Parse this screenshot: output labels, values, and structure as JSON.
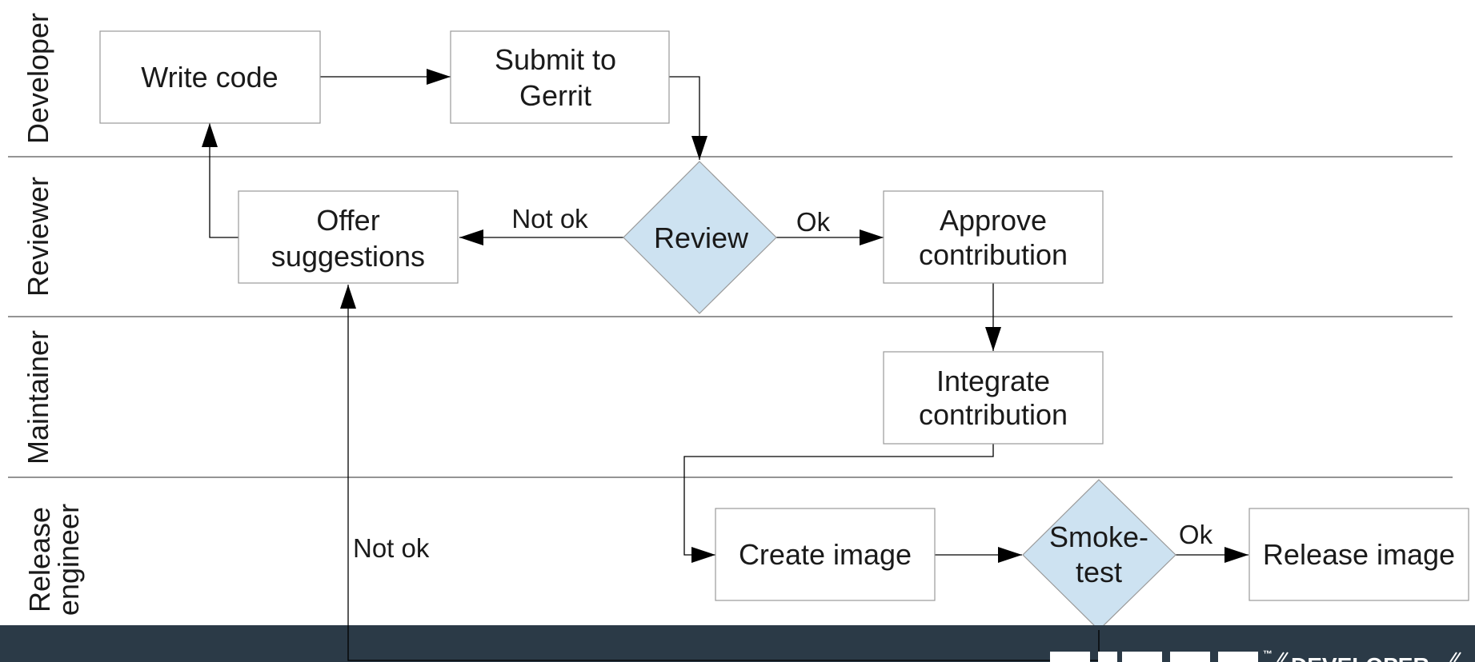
{
  "lanes": {
    "developer": "Developer",
    "reviewer": "Reviewer",
    "maintainer": "Maintainer",
    "release_line1": "Release",
    "release_line2": "engineer"
  },
  "nodes": {
    "write_code": "Write code",
    "submit_1": "Submit to",
    "submit_2": "Gerrit",
    "review": "Review",
    "offer_1": "Offer",
    "offer_2": "suggestions",
    "approve_1": "Approve",
    "approve_2": "contribution",
    "integrate_1": "Integrate",
    "integrate_2": "contribution",
    "create_image": "Create image",
    "smoke_1": "Smoke-",
    "smoke_2": "test",
    "release_image": "Release image"
  },
  "edges": {
    "review_not_ok": "Not ok",
    "review_ok": "Ok",
    "smoke_ok": "Ok",
    "smoke_not_ok": "Not ok"
  },
  "footer": {
    "brand_text": "DEVELOPER",
    "tm": "™"
  },
  "colors": {
    "decision_fill": "#cde2f1",
    "footer_bar": "#2b3a47"
  }
}
